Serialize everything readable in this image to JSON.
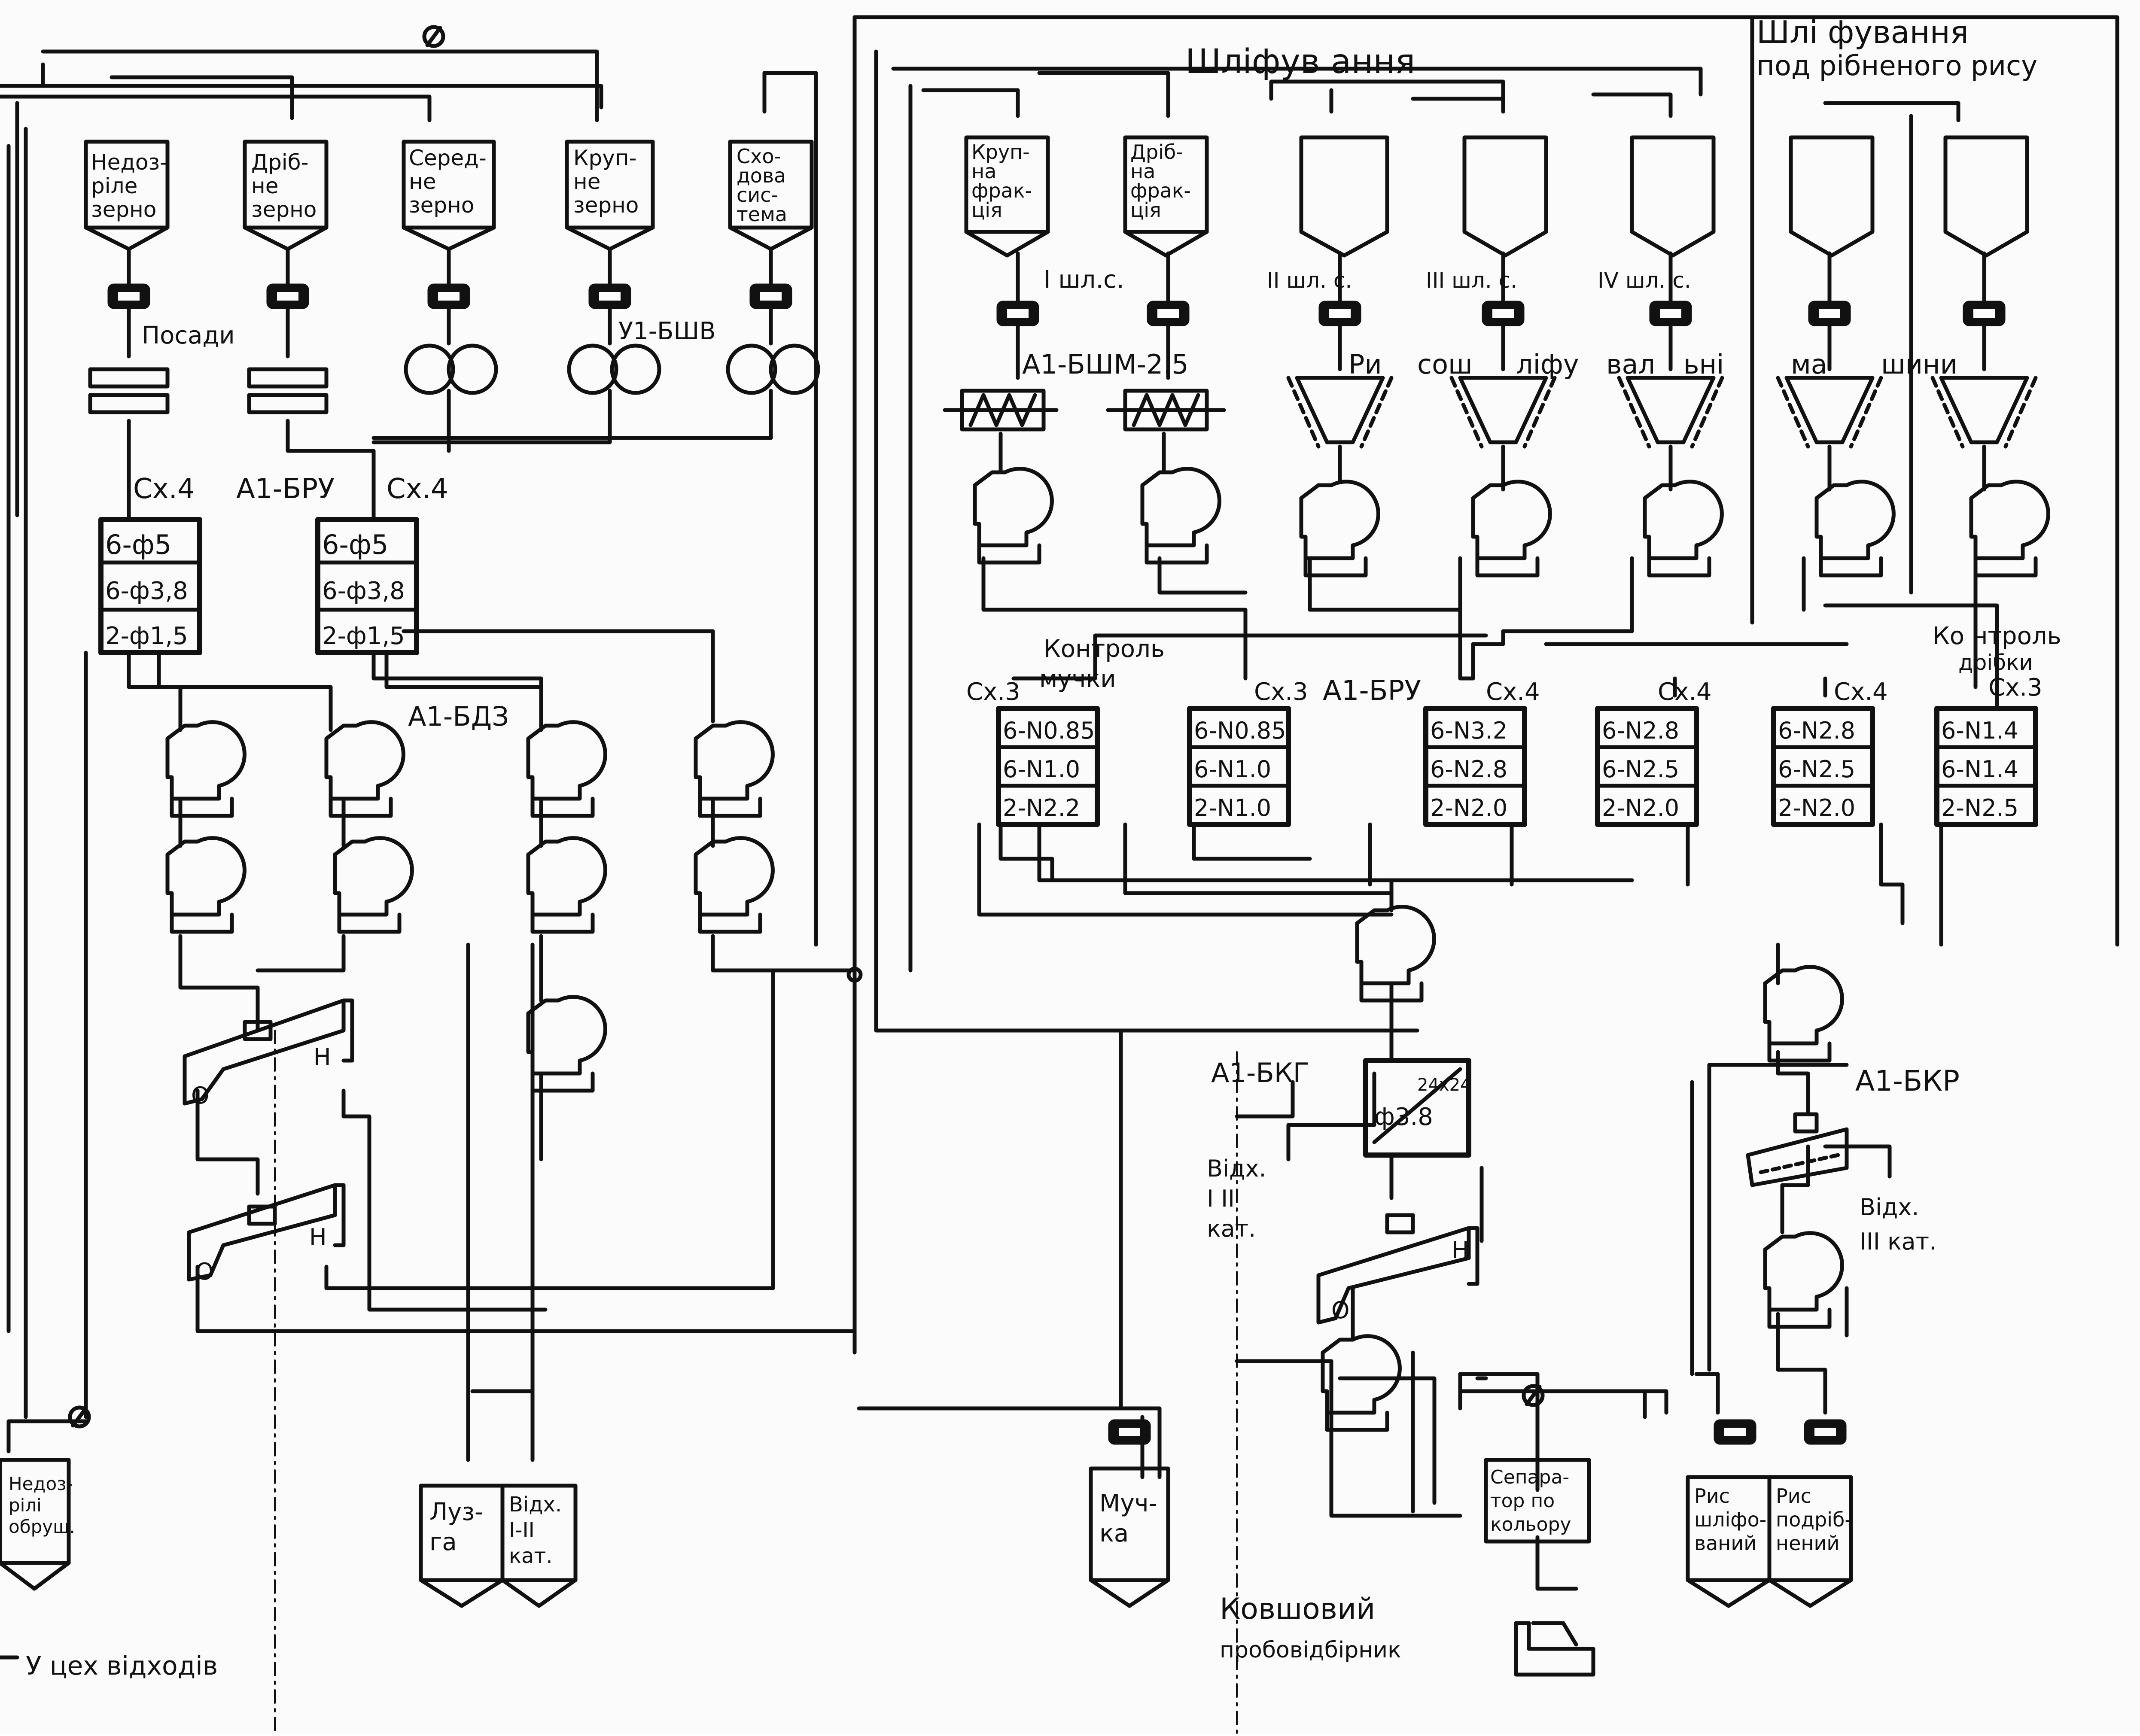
{
  "colors": {
    "ink": "#111111",
    "paper": "#fbfbfb"
  },
  "headings": {
    "grinding": "Шліфув ання",
    "polishing_line1": "Шлі фування",
    "polishing_line2": "под рібненого рису",
    "flour_control_1": "Контроль",
    "flour_control_2": "мучки",
    "crushed_control_1": "Ко нтроль",
    "crushed_control_2": "дрібки"
  },
  "bins": {
    "unripe": [
      "Недоз-",
      "ріле",
      "зерно"
    ],
    "small": [
      "Дріб-",
      "не",
      "зерно"
    ],
    "medium": [
      "Серед-",
      "не",
      "зерно"
    ],
    "large": [
      "Круп-",
      "не",
      "зерно"
    ],
    "staircase": [
      "Схо-",
      "дова",
      "сис-",
      "тема"
    ],
    "coarse_fraction": [
      "Круп-",
      "на",
      "фрак-",
      "ція"
    ],
    "fine_fraction": [
      "Дріб-",
      "на",
      "фрак-",
      "ція"
    ]
  },
  "labels": {
    "posady": "Посади",
    "u1_bshv": "У1-БШВ",
    "sx4": "Сх.4",
    "a1_bru": "А1-БРУ",
    "a1_bdz": "А1-БДЗ",
    "i_shl_s": "І шл.с.",
    "ii_shl_s": "ІІ шл. с.",
    "iii_shl_s": "ІІІ шл. с.",
    "iv_shl_s": "ІV шл. с.",
    "a1_bshm": "А1-БШМ-2.5",
    "machines": [
      "Ри",
      "сош",
      "ліфу",
      "вал",
      "ьні",
      "ма",
      "шини"
    ],
    "sx3": "Сх.3",
    "a1_bkg": "А1-БКГ",
    "a1_bkr": "А1-БКР",
    "waste12": [
      "Відх.",
      "І  ІІ",
      "кат."
    ],
    "waste3": [
      "Відх.",
      "ІІІ кат."
    ],
    "bucket_sampler": [
      "Ковшовий",
      "пробовідбірник"
    ],
    "waste_shop": "У цех відходів",
    "o": "О",
    "n": "Н",
    "phi38": "ф3.8",
    "mesh24": "24x24"
  },
  "sieves": {
    "left1": [
      "6-ф5",
      "6-ф3,8",
      "2-ф1,5"
    ],
    "left2": [
      "6-ф5",
      "6-ф3,8",
      "2-ф1,5"
    ],
    "r1": [
      "6-N0.85",
      "6-N1.0",
      "2-N2.2"
    ],
    "r2": [
      "6-N0.85",
      "6-N1.0",
      "2-N1.0"
    ],
    "r3": [
      "6-N3.2",
      "6-N2.8",
      "2-N2.0"
    ],
    "r4": [
      "6-N2.8",
      "6-N2.5",
      "2-N2.0"
    ],
    "r5": [
      "6-N2.8",
      "6-N2.5",
      "2-N2.0"
    ],
    "r6": [
      "6-N1.4",
      "6-N1.4",
      "2-N2.5"
    ]
  },
  "outputs": {
    "unripe_grain": [
      "Недоз-",
      "рілі",
      "обруш."
    ],
    "husk": [
      "Луз-",
      "га"
    ],
    "waste": [
      "Відх.",
      "І-ІІ",
      "кат."
    ],
    "flour": [
      "Муч-",
      "ка"
    ],
    "separator": [
      "Сепара-",
      "тор по",
      "кольору"
    ],
    "polished": [
      "Рис",
      "шліфо-",
      "ваний"
    ],
    "crushed": [
      "Рис",
      "подріб-",
      "нений"
    ]
  }
}
